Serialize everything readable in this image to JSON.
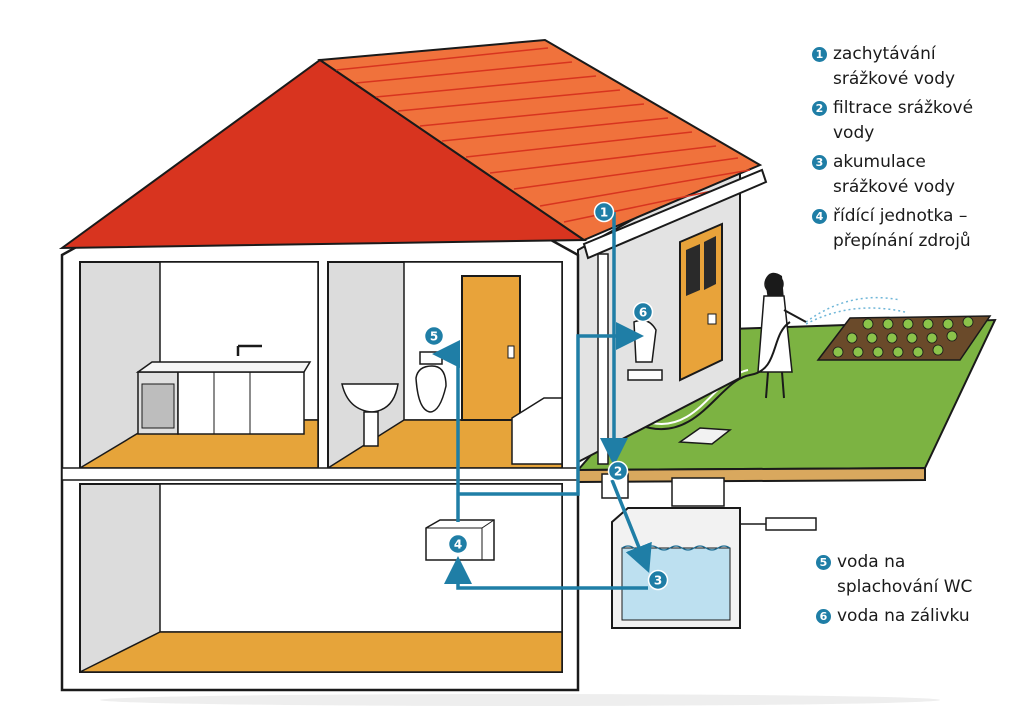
{
  "colors": {
    "accent": "#1f7ea6",
    "roof": "#f0723c",
    "roof_lines": "#d8341f",
    "floor": "#e6a43a",
    "walls": "#dcdcdc",
    "door": "#e8a33a",
    "lawn": "#7cb342",
    "water": "#bde0f0"
  },
  "legend_top": [
    {
      "num": "1",
      "text": "zachytávání\nsrážkové vody"
    },
    {
      "num": "2",
      "text": "filtrace srážkové\nvody"
    },
    {
      "num": "3",
      "text": "akumulace\nsrážkové vody"
    },
    {
      "num": "4",
      "text": "řídící jednotka –\npřepínání zdrojů"
    }
  ],
  "legend_bottom": [
    {
      "num": "5",
      "text": "voda na\nsplachování WC"
    },
    {
      "num": "6",
      "text": "voda na zálivku"
    }
  ],
  "markers": {
    "m1": "1",
    "m2": "2",
    "m3": "3",
    "m4": "4",
    "m5": "5",
    "m6": "6"
  }
}
